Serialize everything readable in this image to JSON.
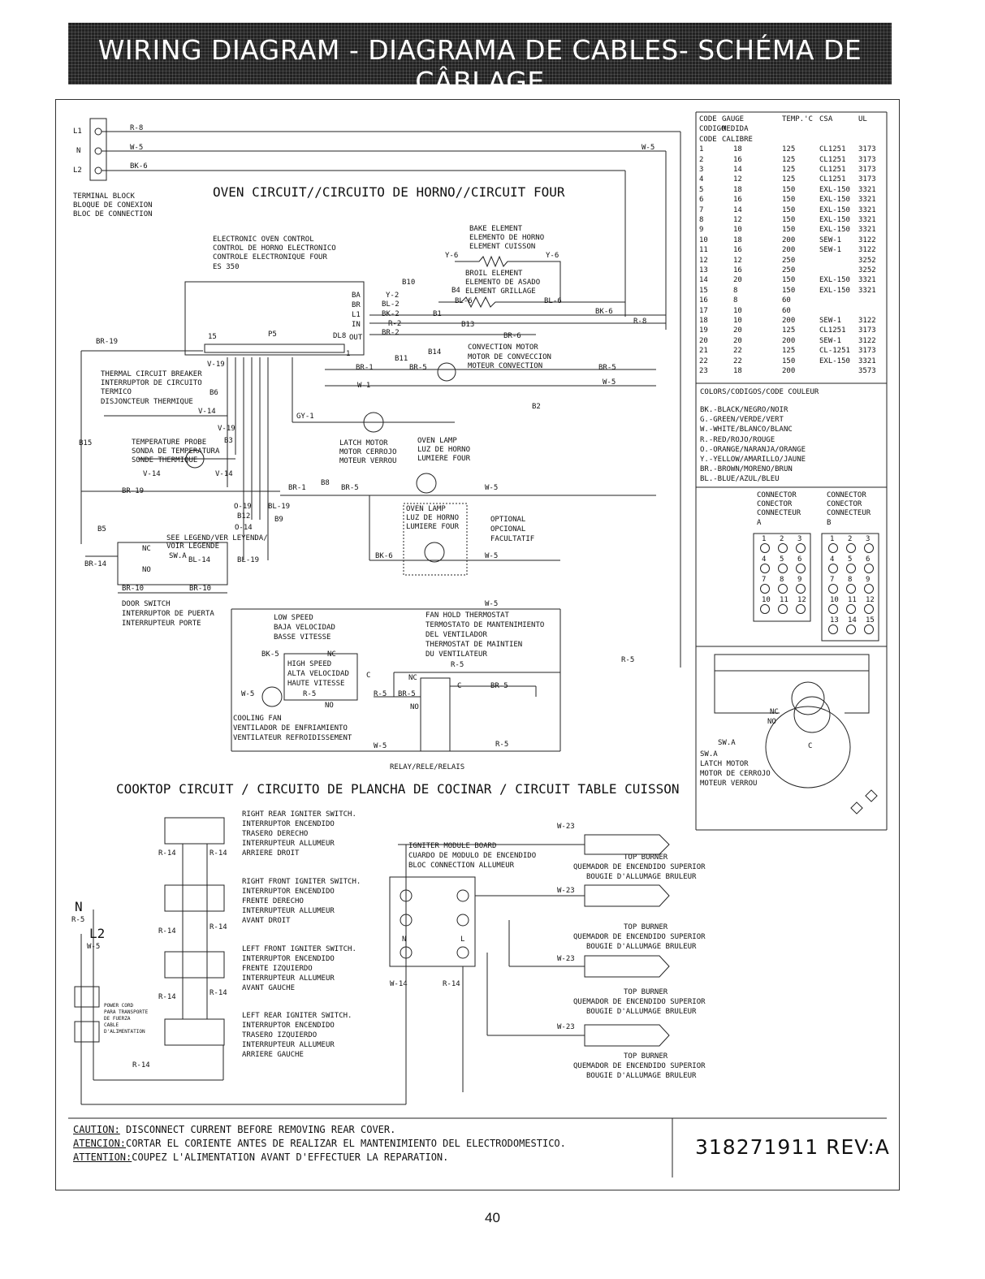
{
  "title": "WIRING DIAGRAM - DIAGRAMA DE CABLES- SCHÉMA DE CÂBLAGE",
  "page_number": "40",
  "part_number": "318271911 REV:A",
  "oven_circuit_title": "OVEN CIRCUIT//CIRCUITO DE HORNO//CIRCUIT FOUR",
  "cooktop_circuit_title": "COOKTOP CIRCUIT / CIRCUITO DE PLANCHA DE COCINAR / CIRCUIT TABLE CUISSON",
  "terminal_block": {
    "l1": "L1",
    "n": "N",
    "l2": "L2",
    "label": [
      "TERMINAL BLOCK",
      "BLOQUE DE CONEXION",
      "BLOC DE CONNECTION"
    ]
  },
  "wires": {
    "r8": "R-8",
    "w5": "W-5",
    "bk6": "BK-6",
    "br19": "BR-19",
    "br14": "BR-14",
    "r5": "R-5",
    "br5": "BR-5",
    "w1": "W-1",
    "br1": "BR-1",
    "gy1": "GY-1",
    "v19": "V-19",
    "v14": "V-14",
    "o19": "O-19",
    "bl19": "BL-19",
    "o14": "O-14",
    "bl14": "BL-14",
    "br10": "BR-10",
    "r14": "R-14",
    "w14": "W-14",
    "w23": "W-23",
    "y6": "Y-6",
    "y2": "Y-2",
    "bl2": "BL-2",
    "bk2": "BK-2",
    "r2": "R-2",
    "br2": "BR-2",
    "bl6": "BL-6",
    "br6": "BR-6"
  },
  "pins": {
    "ba": "BA",
    "br": "BR",
    "l1": "L1",
    "in": "IN",
    "out": "OUT",
    "p15": "15",
    "p5": "P5",
    "dl8": "DL8",
    "p1": "1",
    "b10": "B10",
    "b4": "B4",
    "b1": "B1",
    "b13": "B13",
    "b14": "B14",
    "b11": "B11",
    "b2": "B2",
    "b6": "B6",
    "b3": "B3",
    "b15": "B15",
    "b8": "B8",
    "b12": "B12",
    "b9": "B9",
    "b5": "B5",
    "nc": "NC",
    "no": "NO",
    "c": "C",
    "swa": "SW.A"
  },
  "oven_control": [
    "ELECTRONIC OVEN CONTROL",
    "CONTROL DE HORNO ELECTRONICO",
    "CONTROLE ELECTRONIQUE FOUR",
    "ES 350"
  ],
  "bake_element": [
    "BAKE ELEMENT",
    "ELEMENTO DE HORNO",
    "ELEMENT CUISSON"
  ],
  "broil_element": [
    "BROIL ELEMENT",
    "ELEMENTO DE ASADO",
    "ELEMENT GRILLAGE"
  ],
  "convection_motor": [
    "CONVECTION MOTOR",
    "MOTOR DE CONVECCION",
    "MOTEUR CONVECTION"
  ],
  "breaker": [
    "THERMAL CIRCUIT BREAKER",
    "INTERRUPTOR DE CIRCUITO",
    "TERMICO",
    "DISJONCTEUR THERMIQUE"
  ],
  "probe": [
    "TEMPERATURE PROBE",
    "SONDA DE TEMPERATURA",
    "SONDE THERMIQUE"
  ],
  "latch_motor": [
    "LATCH MOTOR",
    "MOTOR CERROJO",
    "MOTEUR VERROU"
  ],
  "oven_lamp": [
    "OVEN LAMP",
    "LUZ DE HORNO",
    "LUMIERE FOUR"
  ],
  "optional": [
    "OPTIONAL",
    "OPCIONAL",
    "FACULTATIF"
  ],
  "see_legend": [
    "SEE LEGEND/VER LEYENDA/",
    "VOIR LEGENDE"
  ],
  "door_switch": [
    "DOOR SWITCH",
    "INTERRUPTOR DE PUERTA",
    "INTERRUPTEUR PORTE"
  ],
  "low_speed": [
    "LOW SPEED",
    "BAJA VELOCIDAD",
    "BASSE VITESSE"
  ],
  "high_speed": [
    "HIGH SPEED",
    "ALTA VELOCIDAD",
    "HAUTE VITESSE"
  ],
  "cooling_fan": [
    "COOLING FAN",
    "VENTILADOR DE ENFRIAMIENTO",
    "VENTILATEUR REFROIDISSEMENT"
  ],
  "fan_thermostat": [
    "FAN HOLD THERMOSTAT",
    "TERMOSTATO DE MANTENIMIENTO",
    "DEL VENTILADOR",
    "THERMOSTAT DE MAINTIEN",
    "DU VENTILATEUR"
  ],
  "relay": "RELAY/RELE/RELAIS",
  "igniter_switches": [
    [
      "RIGHT REAR IGNITER SWITCH.",
      "INTERRUPTOR ENCENDIDO",
      "TRASERO DERECHO",
      "INTERRUPTEUR ALLUMEUR",
      "ARRIERE DROIT"
    ],
    [
      "RIGHT FRONT IGNITER SWITCH.",
      "INTERRUPTOR  ENCENDIDO",
      "FRENTE DERECHO",
      "INTERRUPTEUR ALLUMEUR",
      "AVANT DROIT"
    ],
    [
      "LEFT FRONT IGNITER SWITCH.",
      "INTERRUPTOR  ENCENDIDO",
      "FRENTE IZQUIERDO",
      "INTERRUPTEUR ALLUMEUR",
      "AVANT GAUCHE"
    ],
    [
      "LEFT REAR IGNITER SWITCH.",
      "INTERRUPTOR ENCENDIDO",
      "TRASERO IZQUIERDO",
      "INTERRUPTEUR ALLUMEUR",
      "ARRIERE GAUCHE"
    ]
  ],
  "igniter_board": [
    "IGNITER MODULE BOARD",
    "CUARDO DE MODULO DE ENCENDIDO",
    "BLOC CONNECTION ALLUMEUR"
  ],
  "top_burner": [
    "TOP BURNER",
    "QUEMADOR DE ENCENDIDO SUPERIOR",
    "BOUGIE D'ALLUMAGE BRULEUR"
  ],
  "power_cord": [
    "POWER CORD",
    "PARA TRANSPORTE",
    "DE FUERZA",
    "CABLE",
    "D'ALIMENTATION"
  ],
  "cooktop_n": "N",
  "cooktop_l2": "L2",
  "board_n": "N",
  "board_l": "L",
  "gauge_table": {
    "headers": [
      [
        "CODE",
        "GAUGE",
        "TEMP.'C",
        "CSA",
        "UL"
      ],
      [
        "CODIGO",
        "MEDIDA",
        "",
        "",
        ""
      ],
      [
        "CODE",
        "CALIBRE",
        "",
        "",
        ""
      ]
    ],
    "rows": [
      [
        "1",
        "18",
        "125",
        "CL1251",
        "3173"
      ],
      [
        "2",
        "16",
        "125",
        "CL1251",
        "3173"
      ],
      [
        "3",
        "14",
        "125",
        "CL1251",
        "3173"
      ],
      [
        "4",
        "12",
        "125",
        "CL1251",
        "3173"
      ],
      [
        "5",
        "18",
        "150",
        "EXL-150",
        "3321"
      ],
      [
        "6",
        "16",
        "150",
        "EXL-150",
        "3321"
      ],
      [
        "7",
        "14",
        "150",
        "EXL-150",
        "3321"
      ],
      [
        "8",
        "12",
        "150",
        "EXL-150",
        "3321"
      ],
      [
        "9",
        "10",
        "150",
        "EXL-150",
        "3321"
      ],
      [
        "10",
        "18",
        "200",
        "SEW-1",
        "3122"
      ],
      [
        "11",
        "16",
        "200",
        "SEW-1",
        "3122"
      ],
      [
        "12",
        "12",
        "250",
        "",
        "3252"
      ],
      [
        "13",
        "16",
        "250",
        "",
        "3252"
      ],
      [
        "14",
        "20",
        "150",
        "EXL-150",
        "3321"
      ],
      [
        "15",
        "8",
        "150",
        "EXL-150",
        "3321"
      ],
      [
        "16",
        "8",
        "60",
        "",
        ""
      ],
      [
        "17",
        "10",
        "60",
        "",
        ""
      ],
      [
        "18",
        "10",
        "200",
        "SEW-1",
        "3122"
      ],
      [
        "19",
        "20",
        "125",
        "CL1251",
        "3173"
      ],
      [
        "20",
        "20",
        "200",
        "SEW-1",
        "3122"
      ],
      [
        "21",
        "22",
        "125",
        "CL-1251",
        "3173"
      ],
      [
        "22",
        "22",
        "150",
        "EXL-150",
        "3321"
      ],
      [
        "23",
        "18",
        "200",
        "",
        "3573"
      ]
    ]
  },
  "colors": {
    "heading": "COLORS/CODIGOS/CODE COULEUR",
    "items": [
      "BK.-BLACK/NEGRO/NOIR",
      "G.-GREEN/VERDE/VERT",
      "W.-WHITE/BLANCO/BLANC",
      "R.-RED/ROJO/ROUGE",
      "O.-ORANGE/NARANJA/ORANGE",
      "Y.-YELLOW/AMARILLO/JAUNE",
      "BR.-BROWN/MORENO/BRUN",
      "BL.-BLUE/AZUL/BLEU"
    ]
  },
  "connector_a": [
    "CONNECTOR",
    "CONECTOR",
    "CONNECTEUR",
    "A"
  ],
  "connector_b": [
    "CONNECTOR",
    "CONECTOR",
    "CONNECTEUR",
    "B"
  ],
  "connector_pins": [
    "1",
    "2",
    "3",
    "4",
    "5",
    "6",
    "7",
    "8",
    "9",
    "10",
    "11",
    "12",
    "13",
    "14",
    "15"
  ],
  "latch_legend": [
    "SW.A",
    "LATCH MOTOR",
    "MOTOR DE CERROJO",
    "MOTEUR VERROU"
  ],
  "latch_nc": "NC",
  "latch_no": "NO",
  "latch_c": "C",
  "caution": [
    {
      "label": "CAUTION:",
      "text": " DISCONNECT CURRENT BEFORE REMOVING REAR COVER."
    },
    {
      "label": "ATENCION:",
      "text": "CORTAR EL CORIENTE ANTES DE REALIZAR EL MANTENIMIENTO DEL ELECTRODOMESTICO."
    },
    {
      "label": "ATTENTION:",
      "text": "COUPEZ L'ALIMENTATION AVANT D'EFFECTUER LA REPARATION."
    }
  ]
}
